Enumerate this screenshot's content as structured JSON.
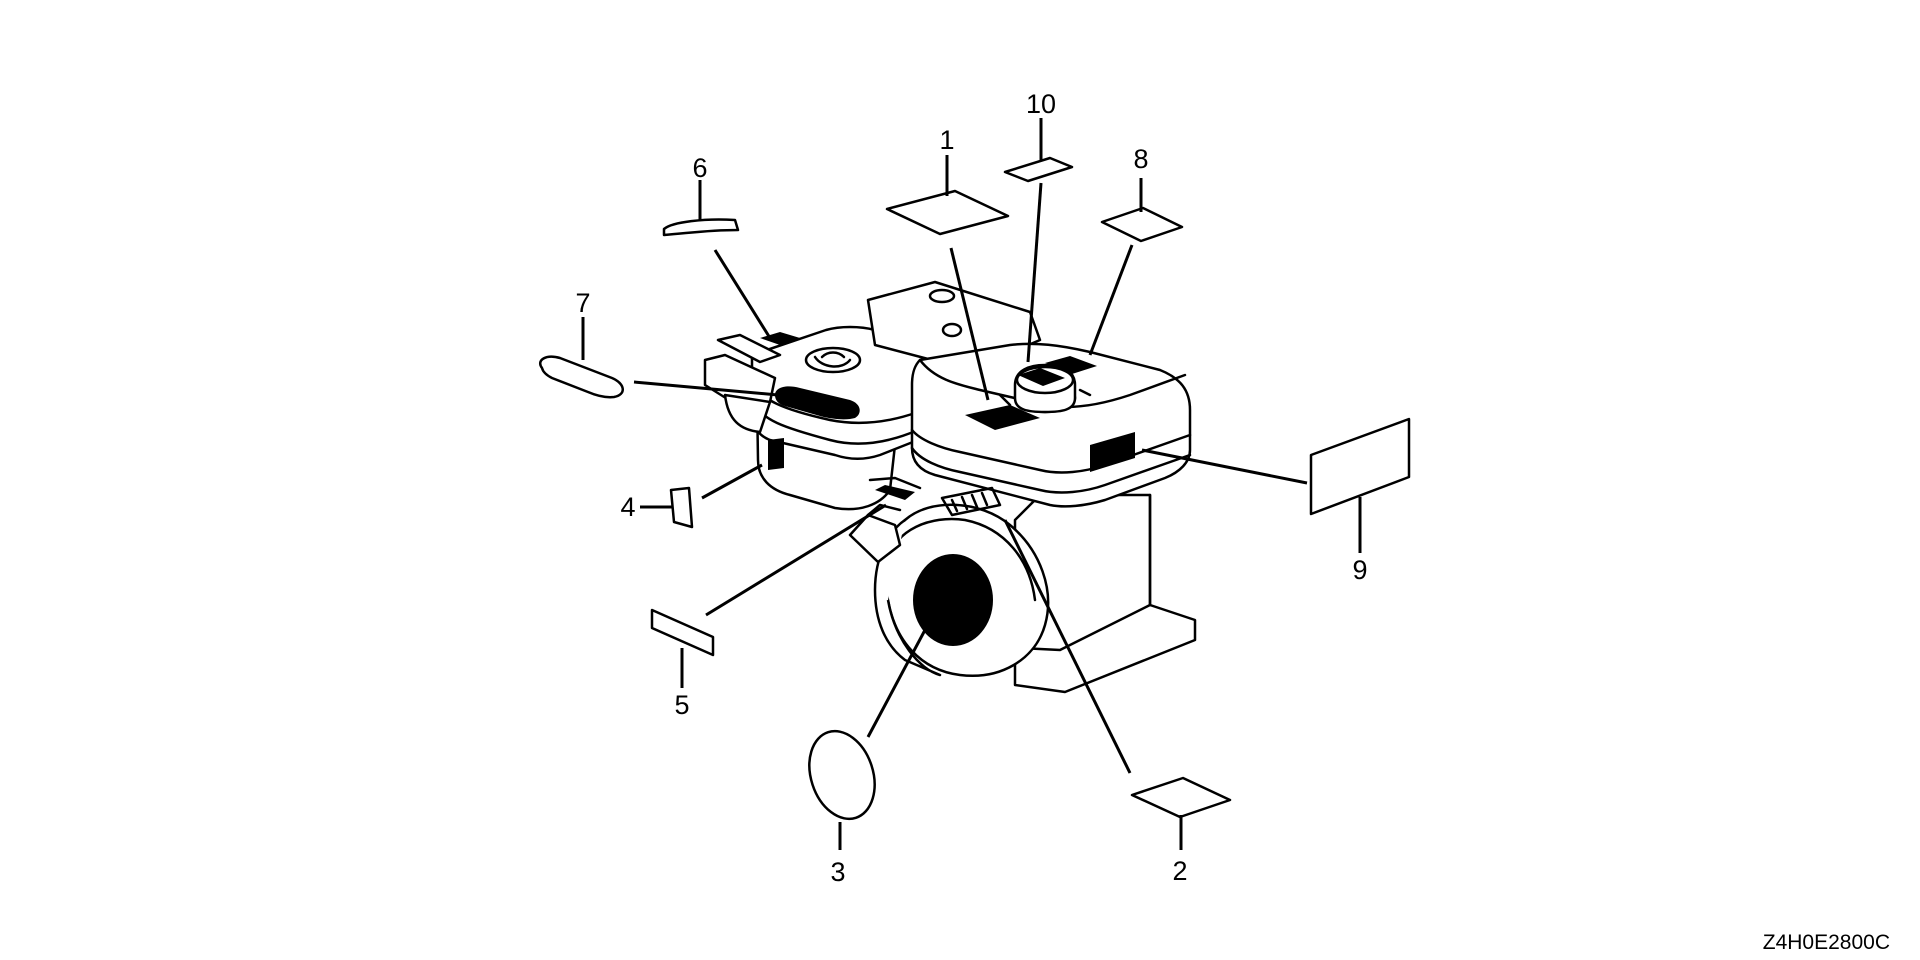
{
  "diagram": {
    "title": "Labels",
    "part_code": "Z4H0E2800C",
    "callouts": [
      {
        "id": "1",
        "label": "1"
      },
      {
        "id": "2",
        "label": "2"
      },
      {
        "id": "3",
        "label": "3"
      },
      {
        "id": "4",
        "label": "4"
      },
      {
        "id": "5",
        "label": "5"
      },
      {
        "id": "6",
        "label": "6"
      },
      {
        "id": "7",
        "label": "7"
      },
      {
        "id": "8",
        "label": "8"
      },
      {
        "id": "9",
        "label": "9"
      },
      {
        "id": "10",
        "label": "10"
      }
    ]
  },
  "colors": {
    "line": "#000000",
    "background": "#ffffff"
  }
}
